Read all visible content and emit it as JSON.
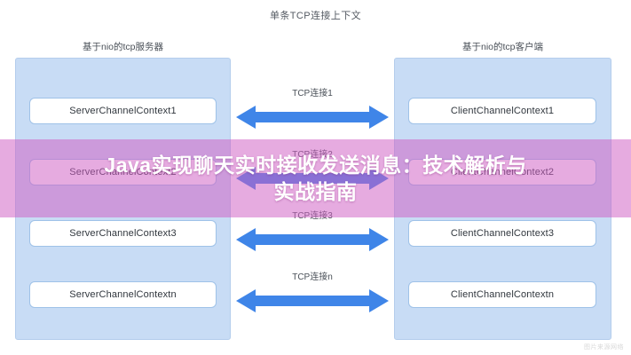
{
  "diagram": {
    "title": "单条TCP连接上下文",
    "left_panel": {
      "header": "基于nio的tcp服务器",
      "boxes": [
        "ServerChannelContext1",
        "ServerChannelContext2",
        "ServerChannelContext3",
        "ServerChannelContextn"
      ]
    },
    "right_panel": {
      "header": "基于nio的tcp客户端",
      "boxes": [
        "ClientChannelContext1",
        "ClientChannelContext2",
        "ClientChannelContext3",
        "ClientChannelContextn"
      ]
    },
    "connections": [
      {
        "label": "TCP连接1"
      },
      {
        "label": "TCP连接2"
      },
      {
        "label": "TCP连接3"
      },
      {
        "label": "TCP连接n"
      }
    ]
  },
  "banner": {
    "line1": "Java实现聊天实时接收发送消息：技术解析与",
    "line2": "实战指南"
  },
  "watermark": {
    "text": "图片来源网络"
  },
  "colors": {
    "panel_fill": "#c8dcf5",
    "panel_border": "#b4cdec",
    "box_border": "#9fc2e8",
    "arrow": "#3f85e8",
    "banner_overlay": "#d05ec4",
    "page_background": "#ffffff"
  }
}
